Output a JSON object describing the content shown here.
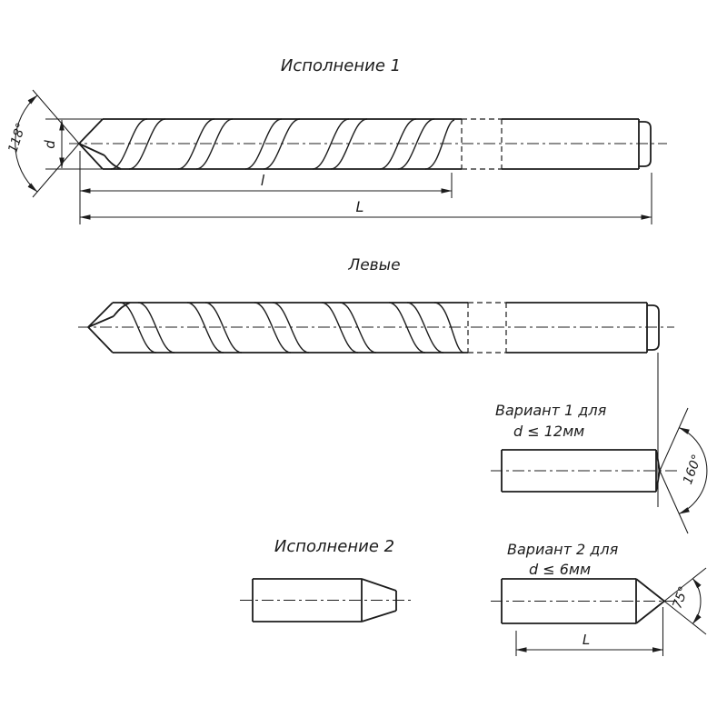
{
  "colors": {
    "line": "#1c1c1c",
    "background": "#ffffff"
  },
  "sections": {
    "version1": {
      "title": "Исполнение 1",
      "dims": {
        "point_angle": "118°",
        "diameter": "d",
        "flute_length": "l",
        "overall_length": "L"
      }
    },
    "left_hand": {
      "title": "Левые"
    },
    "variant1": {
      "title_line1": "Вариант 1 для",
      "title_line2": "d ≤ 12мм",
      "dims": {
        "end_angle": "160°"
      }
    },
    "version2": {
      "title": "Исполнение 2"
    },
    "variant2": {
      "title_line1": "Вариант 2 для",
      "title_line2": "d ≤ 6мм",
      "dims": {
        "point_angle": "75°",
        "length": "L"
      }
    }
  }
}
